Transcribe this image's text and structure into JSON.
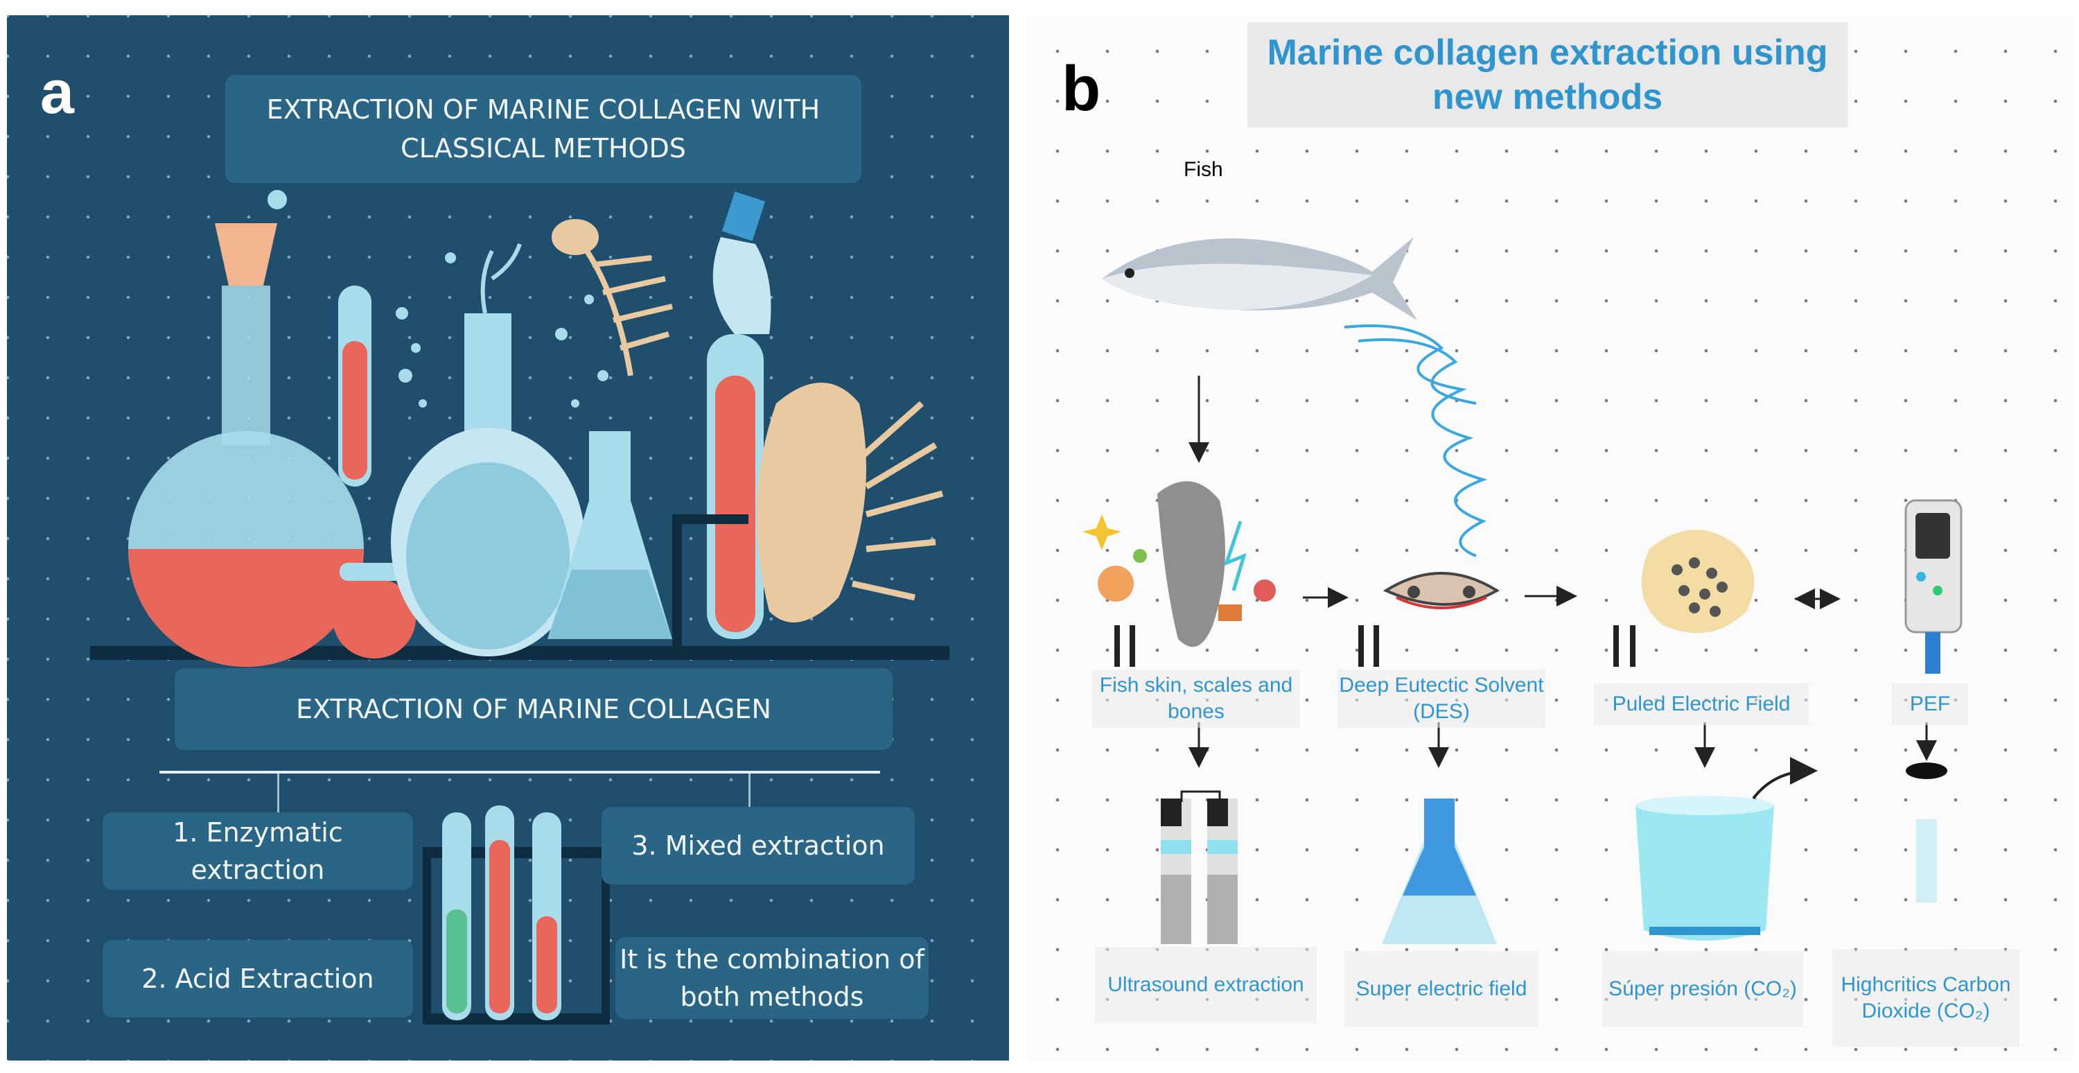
{
  "panel_a": {
    "label": "a",
    "title": "EXTRACTION OF MARINE COLLAGEN WITH CLASSICAL METHODS",
    "subtitle": "EXTRACTION OF MARINE COLLAGEN",
    "methods": {
      "m1": "1. Enzymatic extraction",
      "m2": "2. Acid Extraction",
      "m3": "3. Mixed extraction",
      "m4": "It is the combination of both methods"
    }
  },
  "panel_b": {
    "label": "b",
    "title": "Marine collagen extraction using new methods",
    "fish": "Fish",
    "row1": {
      "skin": "Fish skin, scales and bones",
      "des": "Deep Eutectic Solvent (DES)",
      "pef_full": "Puled Electric Field",
      "pef": "PEF"
    },
    "row2": {
      "ultra": "Ultrasound extraction",
      "field": "Super electric field",
      "press": "Súper presión (CO₂)",
      "co2": "Highcritics Carbon Dioxide (CO₂)"
    }
  },
  "colors": {
    "panel_a_bg": "#1f4f6d",
    "panel_a_box": "#2a6585",
    "panel_b_text": "#2f95cf",
    "liquid_red": "#e8665a",
    "glass_blue": "#a8dcea"
  }
}
